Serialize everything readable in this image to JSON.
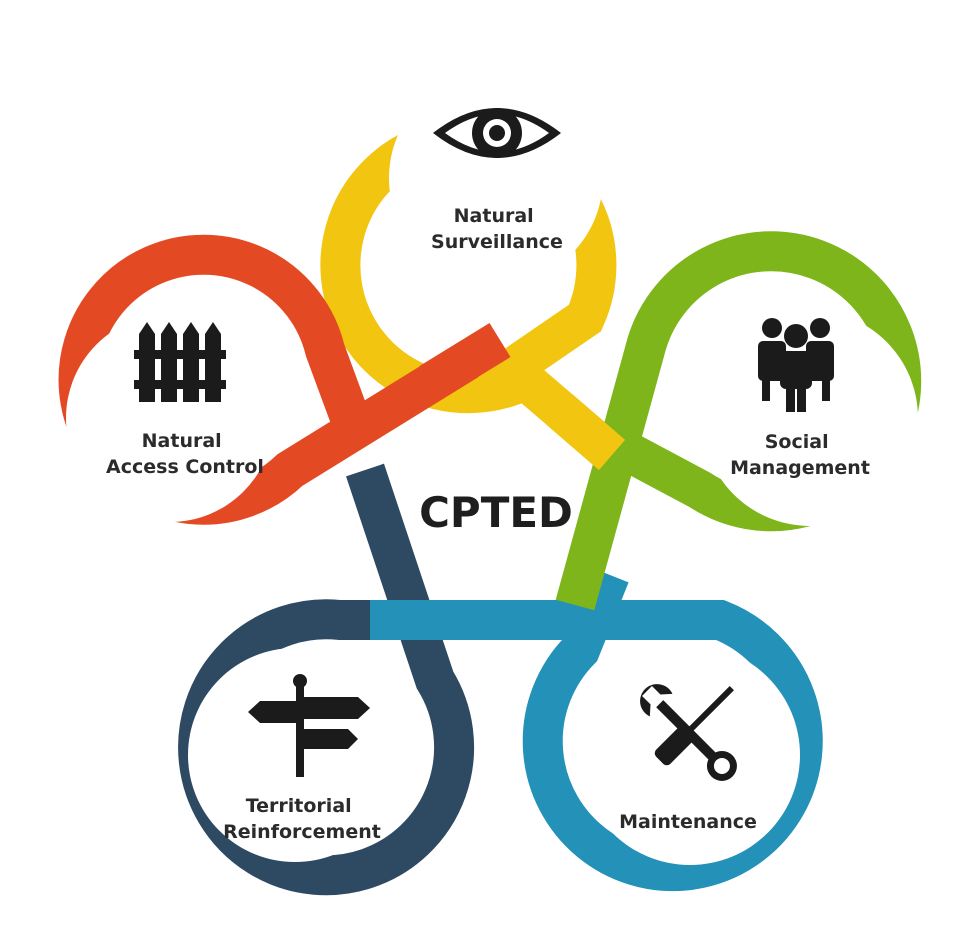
{
  "center": {
    "title": "CPTED"
  },
  "petals": [
    {
      "id": "surveillance",
      "lines": [
        "Natural",
        "Surveillance"
      ],
      "icon": "eye-icon",
      "color": "#F2C511"
    },
    {
      "id": "social",
      "lines": [
        "Social",
        "Management"
      ],
      "icon": "people-group-icon",
      "color": "#7DB51B"
    },
    {
      "id": "maintenance",
      "lines": [
        "Maintenance"
      ],
      "icon": "wrench-screwdriver-icon",
      "color": "#2391B8"
    },
    {
      "id": "territorial",
      "lines": [
        "Territorial",
        "Reinforcement"
      ],
      "icon": "signpost-icon",
      "color": "#2E4A63"
    },
    {
      "id": "access",
      "lines": [
        "Natural",
        "Access Control"
      ],
      "icon": "fence-icon",
      "color": "#E34A24"
    }
  ]
}
